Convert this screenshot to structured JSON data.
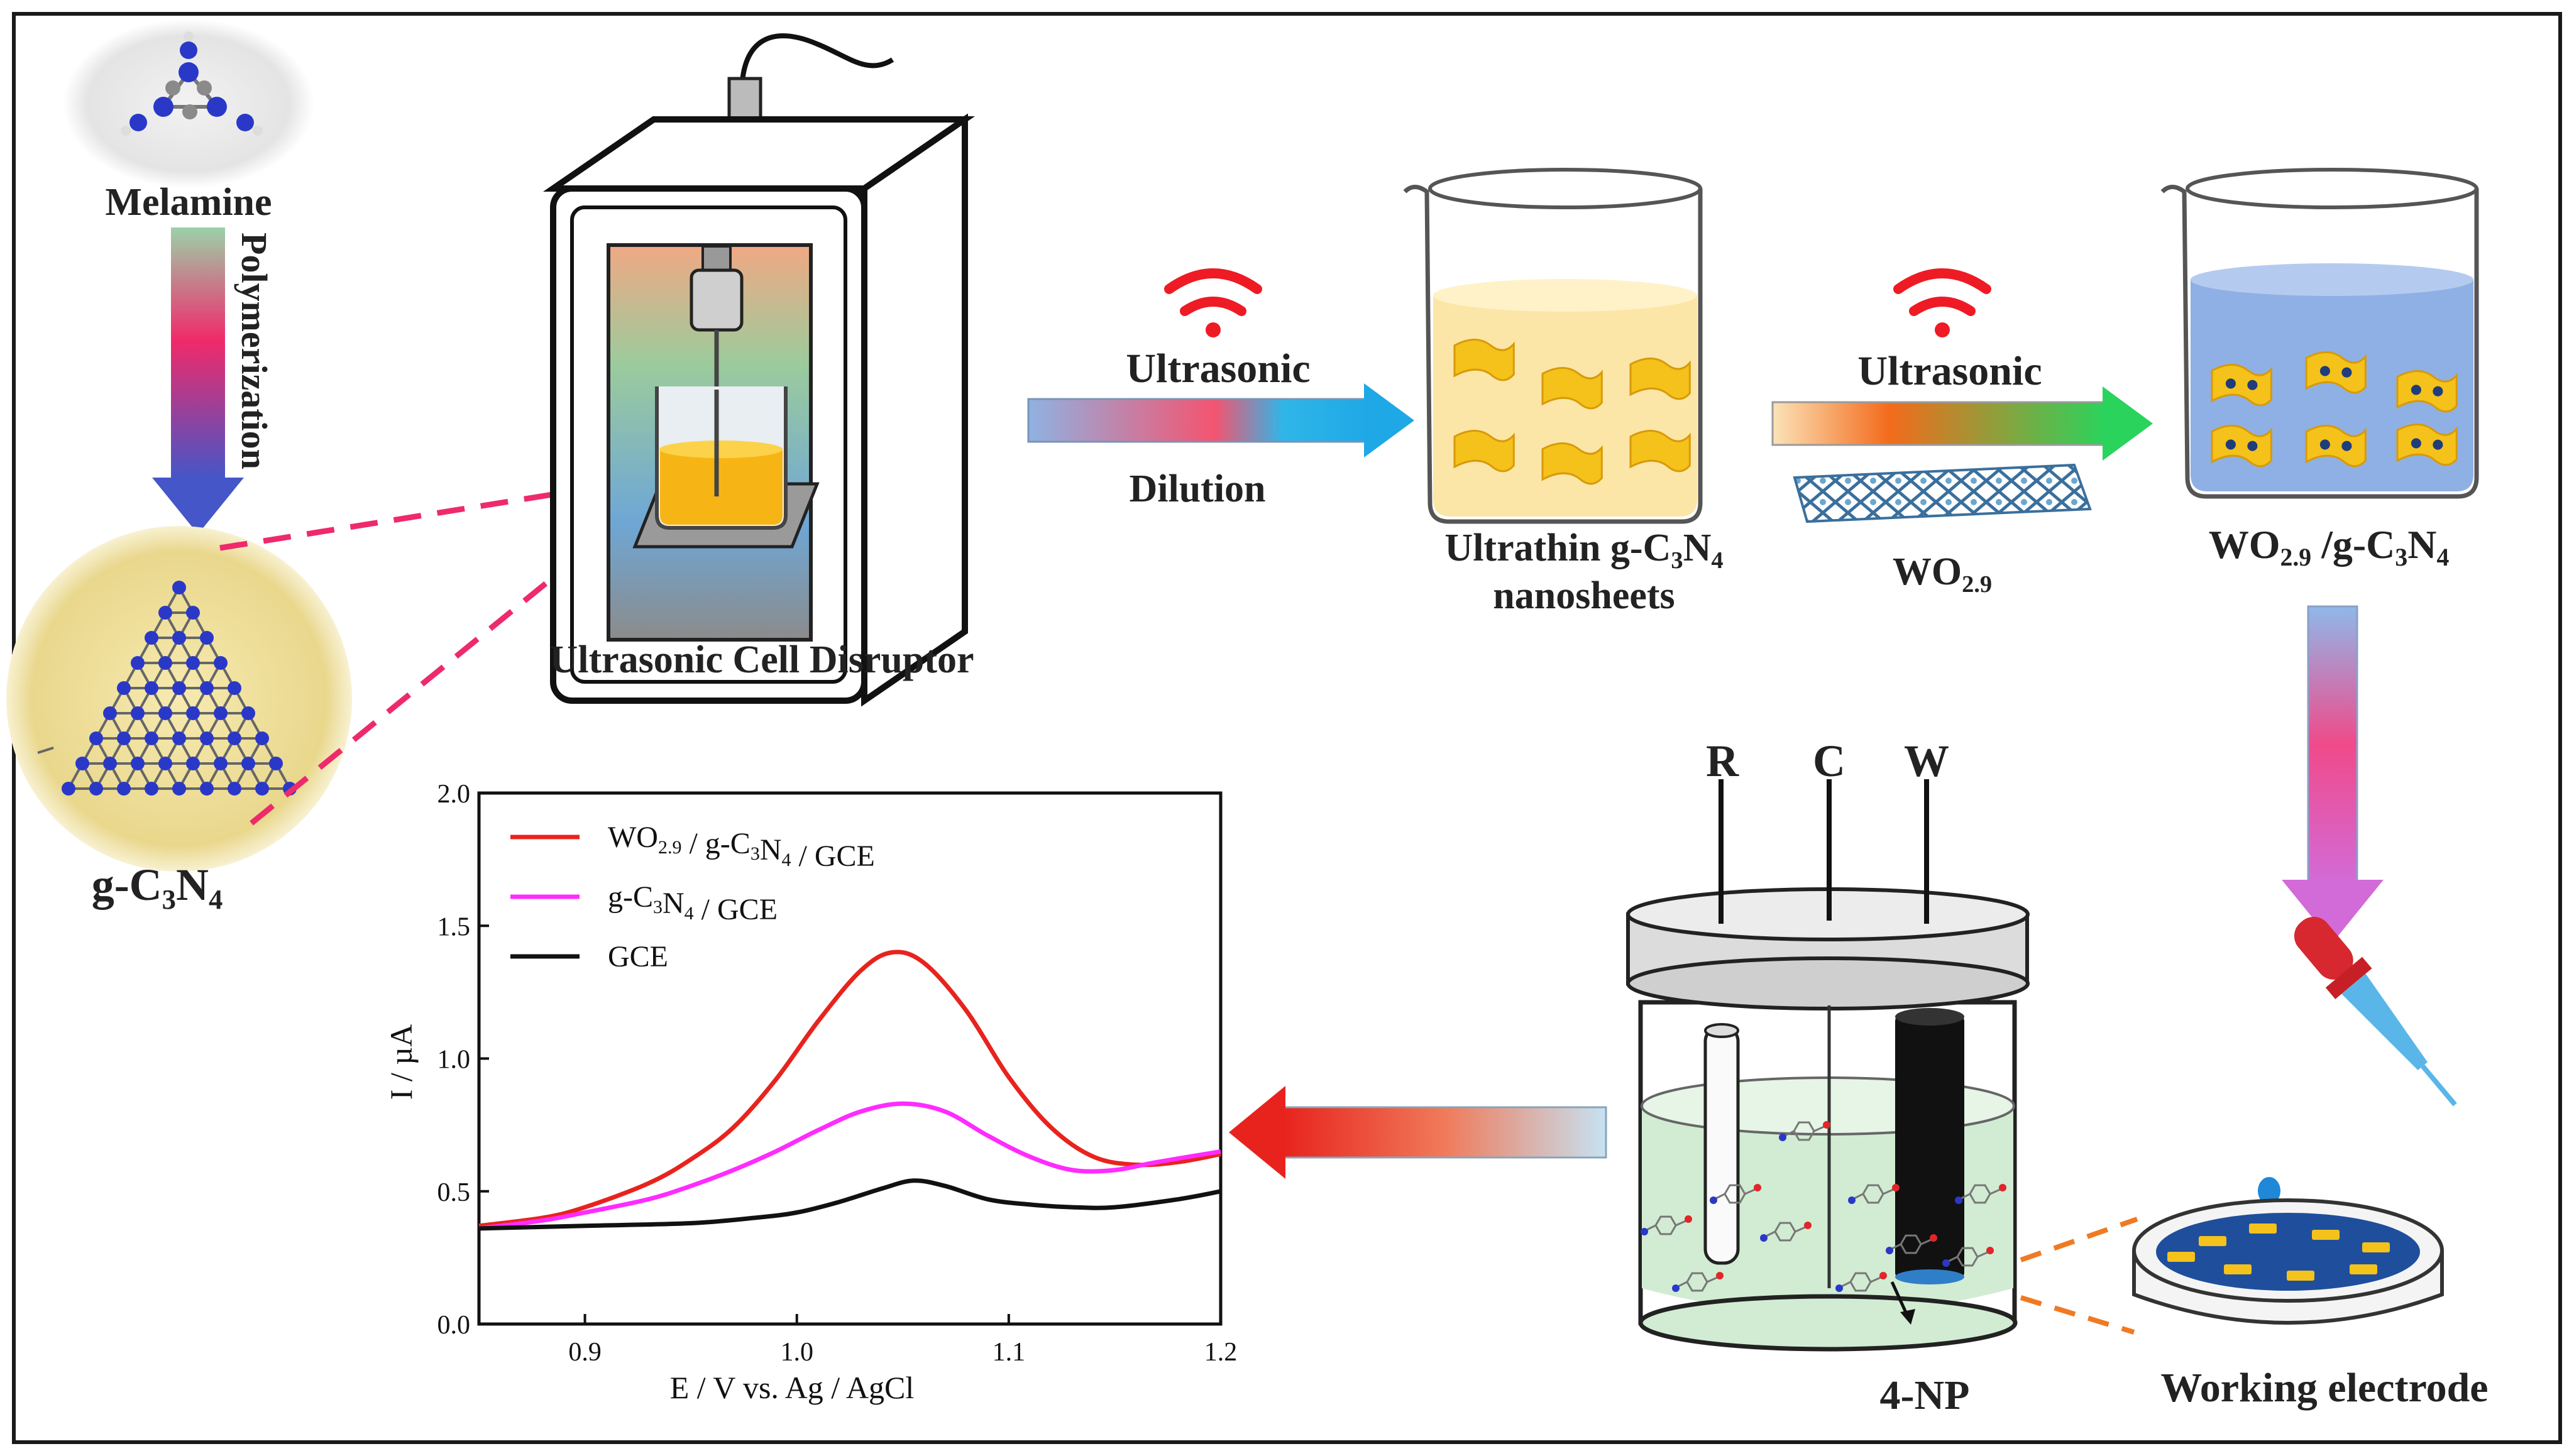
{
  "labels": {
    "melamine": "Melamine",
    "polymerization": "Polymerization",
    "gcn_prefix": "g-C",
    "gcn_sub1": "3",
    "gcn_mid": "N",
    "gcn_sub2": "4",
    "cell_disruptor": "Ultrasonic Cell Disruptor",
    "ultrasonic_1": "Ultrasonic",
    "dilution": "Dilution",
    "nanosheets_line1_prefix": "Ultrathin g-C",
    "nanosheets_line2": "nanosheets",
    "ultrasonic_2": "Ultrasonic",
    "wo_prefix": "WO",
    "wo_sub": "2.9",
    "composite_sep": " /g-C",
    "electrodes": [
      "R",
      "C",
      "W"
    ],
    "analyte": "4-NP",
    "working_electrode": "Working electrode"
  },
  "colors": {
    "red_curve": "#e8231d",
    "magenta_curve": "#ff2bff",
    "black_curve": "#111111",
    "wifi": "#ee1b24",
    "beaker_blue": "#8fb0e4",
    "beaker_yellow": "#fbe6a8",
    "nanosheet": "#f4c21a"
  },
  "chart_data": {
    "type": "line",
    "xlabel": "E / V vs. Ag / AgCl",
    "ylabel": "I / µA",
    "xlim": [
      0.85,
      1.2
    ],
    "ylim": [
      0,
      2.0
    ],
    "xticks": [
      "0.9",
      "1.0",
      "1.1",
      "1.2"
    ],
    "yticks": [
      "0.0",
      "0.5",
      "1.0",
      "1.5",
      "2.0"
    ],
    "legend_position": "top-left",
    "series": [
      {
        "name": "WO2.9 / g-C3N4 / GCE",
        "legend": {
          "a": "WO",
          "a_sub": "2.9",
          "b": " / g-C",
          "b_sub": "3",
          "c": "N",
          "c_sub": "4",
          "d": " / GCE"
        },
        "color": "#e8231d",
        "x": [
          0.85,
          0.88,
          0.9,
          0.93,
          0.95,
          0.97,
          0.99,
          1.01,
          1.03,
          1.045,
          1.06,
          1.08,
          1.1,
          1.12,
          1.14,
          1.16,
          1.18,
          1.2
        ],
        "y": [
          0.37,
          0.4,
          0.44,
          0.53,
          0.62,
          0.74,
          0.92,
          1.14,
          1.33,
          1.4,
          1.36,
          1.18,
          0.93,
          0.74,
          0.63,
          0.6,
          0.61,
          0.64
        ]
      },
      {
        "name": "g-C3N4 / GCE",
        "legend": {
          "a": "g-C",
          "a_sub": "3",
          "b": "N",
          "b_sub": "4",
          "c": "",
          "c_sub": "",
          "d": " / GCE"
        },
        "color": "#ff2bff",
        "x": [
          0.85,
          0.88,
          0.9,
          0.93,
          0.95,
          0.97,
          0.99,
          1.01,
          1.03,
          1.05,
          1.07,
          1.09,
          1.11,
          1.13,
          1.15,
          1.17,
          1.2
        ],
        "y": [
          0.36,
          0.39,
          0.42,
          0.47,
          0.52,
          0.58,
          0.65,
          0.73,
          0.8,
          0.83,
          0.8,
          0.71,
          0.63,
          0.58,
          0.58,
          0.61,
          0.65
        ]
      },
      {
        "name": "GCE",
        "legend": {
          "a": "GCE",
          "a_sub": "",
          "b": "",
          "b_sub": "",
          "c": "",
          "c_sub": "",
          "d": ""
        },
        "color": "#111111",
        "x": [
          0.85,
          0.9,
          0.95,
          0.98,
          1.0,
          1.02,
          1.04,
          1.055,
          1.07,
          1.09,
          1.11,
          1.13,
          1.15,
          1.18,
          1.2
        ],
        "y": [
          0.36,
          0.37,
          0.38,
          0.4,
          0.42,
          0.46,
          0.51,
          0.54,
          0.52,
          0.47,
          0.45,
          0.44,
          0.44,
          0.47,
          0.5
        ]
      }
    ]
  }
}
